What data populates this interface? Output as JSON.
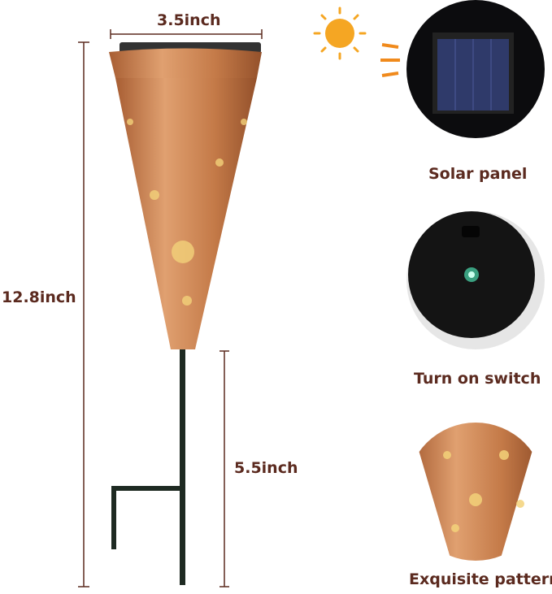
{
  "dimensions": {
    "width": "3.5inch",
    "height": "12.8inch",
    "stake": "5.5inch"
  },
  "features": [
    {
      "label": "Solar panel",
      "icon": "solar-panel-photo"
    },
    {
      "label": "Turn on switch",
      "icon": "switch-photo"
    },
    {
      "label": "Exquisite pattern",
      "icon": "pattern-photo"
    }
  ],
  "colors": {
    "text": "#5b2a1f",
    "copper": "#c9814f",
    "sun": "#f5a623",
    "arrow": "#f08a1c"
  }
}
